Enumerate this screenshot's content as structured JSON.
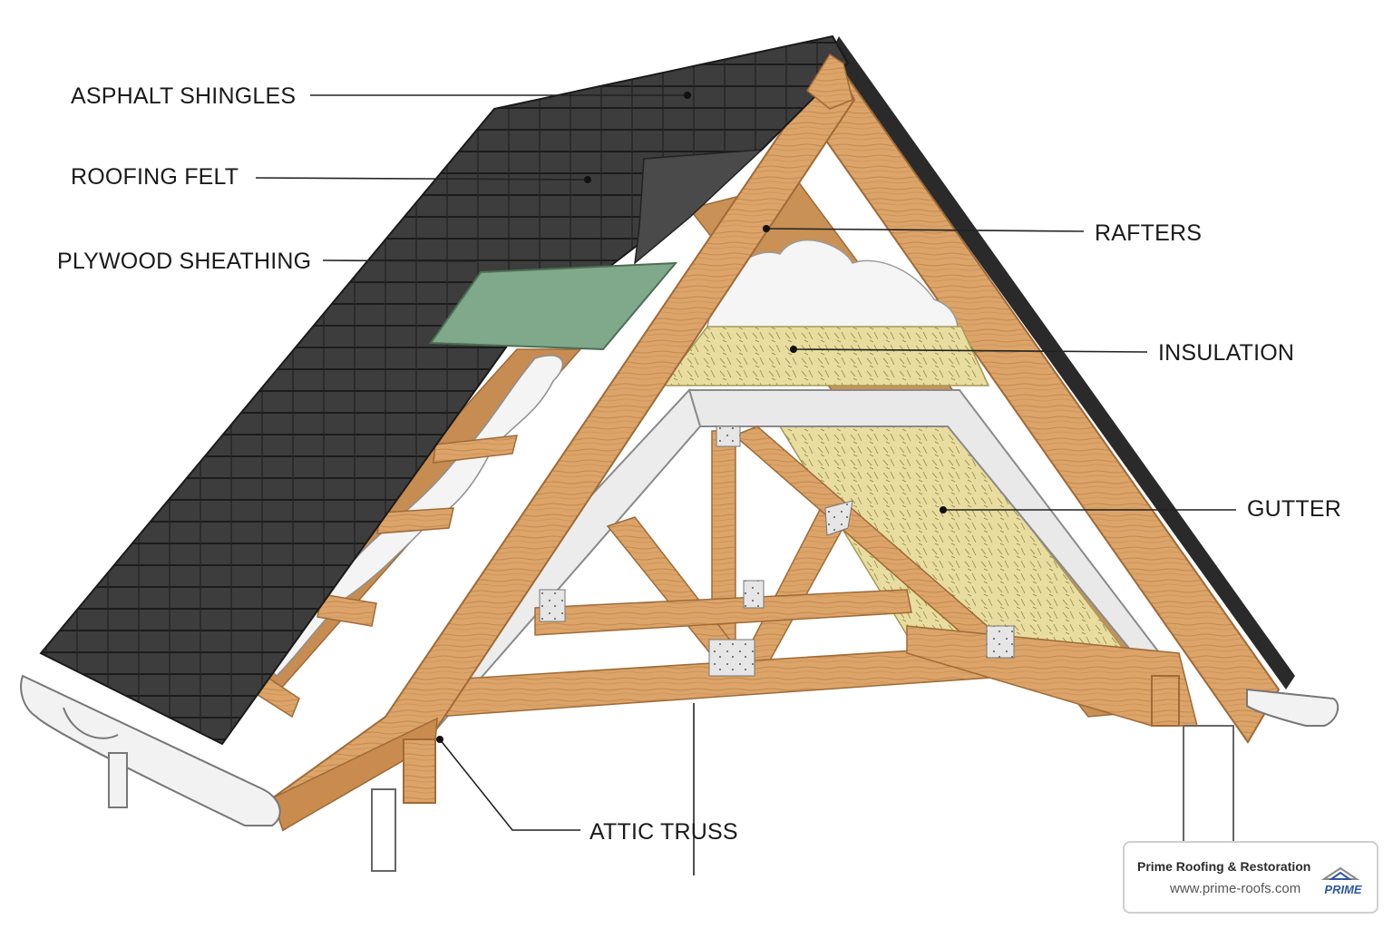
{
  "labels": {
    "asphalt_shingles": "ASPHALT SHINGLES",
    "roofing_felt": "ROOFING FELT",
    "plywood_sheathing": "PLYWOOD SHEATHING",
    "rafters": "RAFTERS",
    "insulation": "INSULATION",
    "gutter": "GUTTER",
    "attic_truss": "ATTIC TRUSS"
  },
  "credit": {
    "company": "Prime Roofing & Restoration",
    "website": "www.prime-roofs.com",
    "logo_text": "PRIME"
  },
  "colors": {
    "shingle": "#3b3b3b",
    "shingle_line": "#1f1f1f",
    "felt": "#4a4a4a",
    "sheathing": "#7fa98a",
    "wood": "#d9a066",
    "wood_dark": "#b57a41",
    "insulation_batt": "#e7dc9c",
    "insulation_fluff": "#f4f4f4",
    "truss_plate": "#e4e4e4",
    "gutter": "#f2f2f2",
    "logo_blue": "#2f56a3"
  }
}
